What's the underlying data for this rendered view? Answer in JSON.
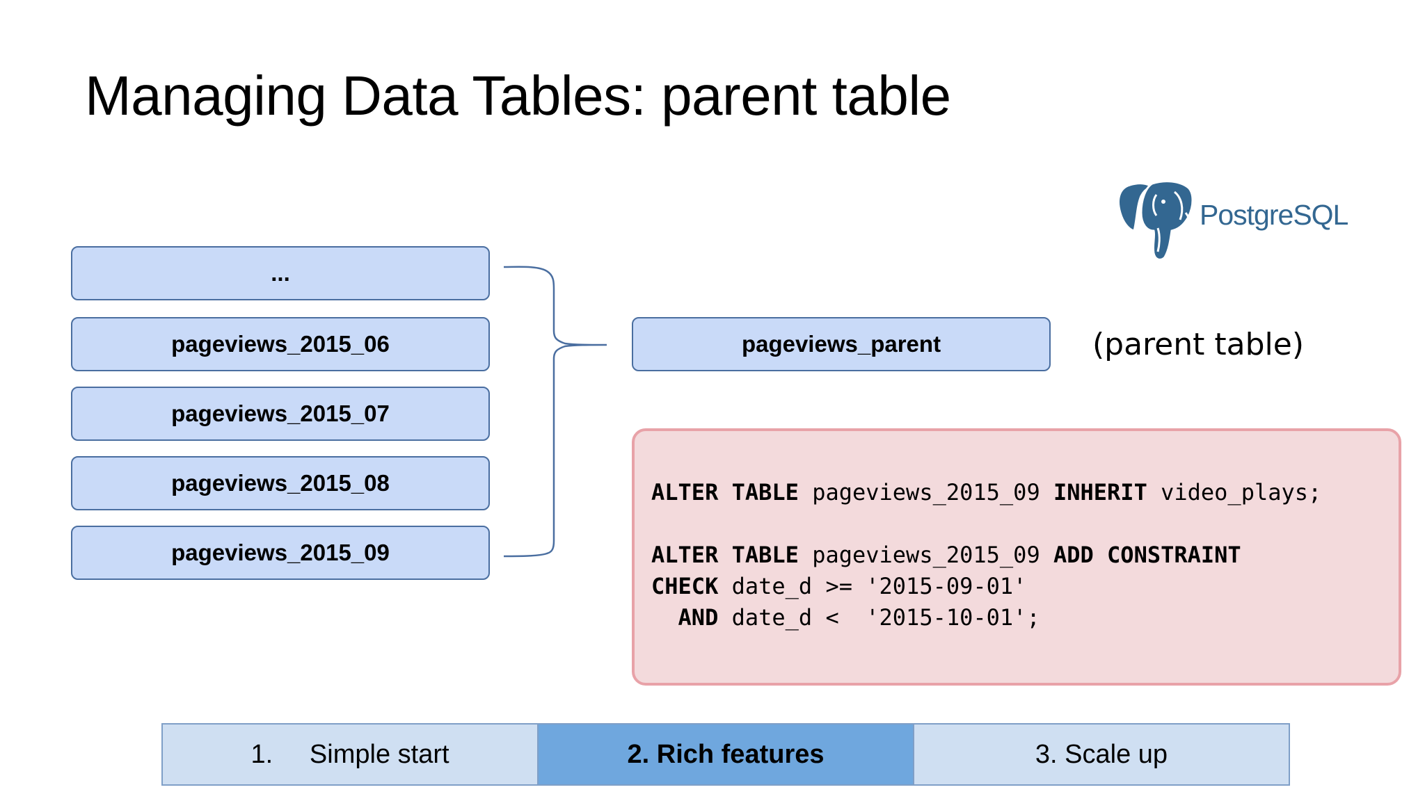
{
  "slide": {
    "title": "Managing Data Tables: parent table",
    "logo_text_part1": "Postgre",
    "logo_text_part2": "SQL"
  },
  "left_tables": [
    {
      "label": "..."
    },
    {
      "label": "pageviews_2015_06"
    },
    {
      "label": "pageviews_2015_07"
    },
    {
      "label": "pageviews_2015_08"
    },
    {
      "label": "pageviews_2015_09"
    }
  ],
  "parent": {
    "label": "pageviews_parent",
    "note": "(parent table)"
  },
  "code": {
    "l1_kw1": "ALTER TABLE",
    "l1_t1": " pageviews_2015_09 ",
    "l1_kw2": "INHERIT",
    "l1_t2": " video_plays;",
    "l2_kw1": "ALTER TABLE",
    "l2_t1": " pageviews_2015_09 ",
    "l2_kw2": "ADD CONSTRAINT",
    "l3_kw1": "CHECK",
    "l3_t1": " date_d >= '2015-09-01'",
    "l4_indent": "  ",
    "l4_kw1": "AND",
    "l4_t1": " date_d <  '2015-10-01';"
  },
  "steps": [
    {
      "label": "1.     Simple start"
    },
    {
      "label": "2. Rich features"
    },
    {
      "label": "3. Scale up"
    }
  ],
  "colors": {
    "table_fill": "#c9daf8",
    "code_fill": "#f3dadc",
    "active_step": "#6fa7de",
    "logo_blue": "#336791"
  }
}
